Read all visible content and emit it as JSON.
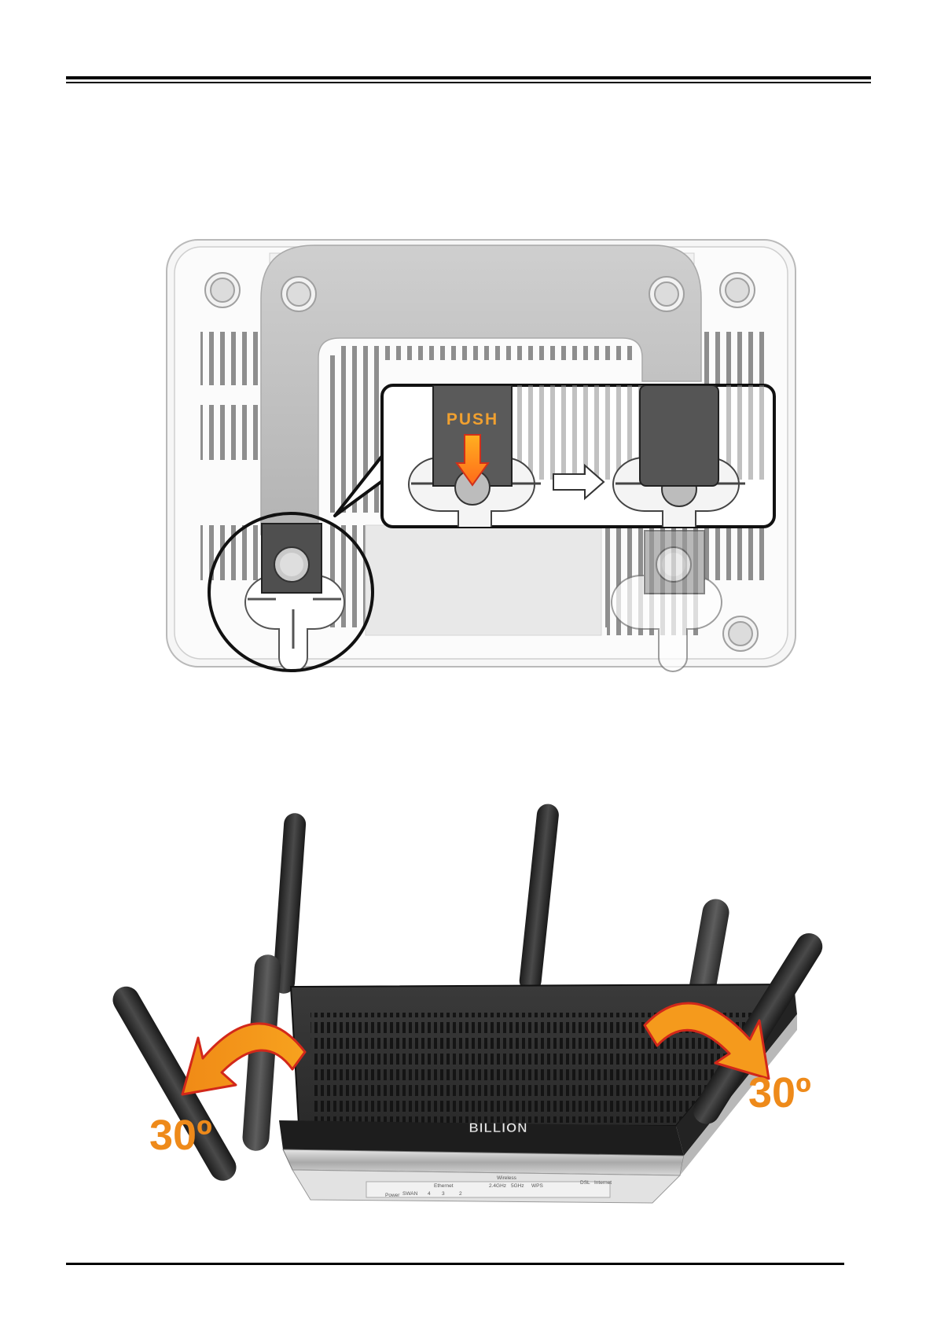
{
  "figures": {
    "wall_mount": {
      "push_label": "PUSH",
      "colors": {
        "push_text": "#f0a030",
        "arrow_fill": "#ff8c1a",
        "arrow_stroke": "#d0301a"
      }
    },
    "antennas": {
      "left_angle": "30º",
      "right_angle": "30º",
      "brand_logo": "BILLION",
      "panel_labels": [
        "Power",
        "SWAN",
        "Ethernet",
        "4",
        "3",
        "2",
        "Wireless",
        "2.4GHz",
        "5GHz",
        "WPS",
        "DSL",
        "Internet"
      ],
      "colors": {
        "angle_text": "#ee8a1a",
        "arrow_fill": "#f59a1c",
        "arrow_stroke": "#d2281a"
      }
    }
  }
}
